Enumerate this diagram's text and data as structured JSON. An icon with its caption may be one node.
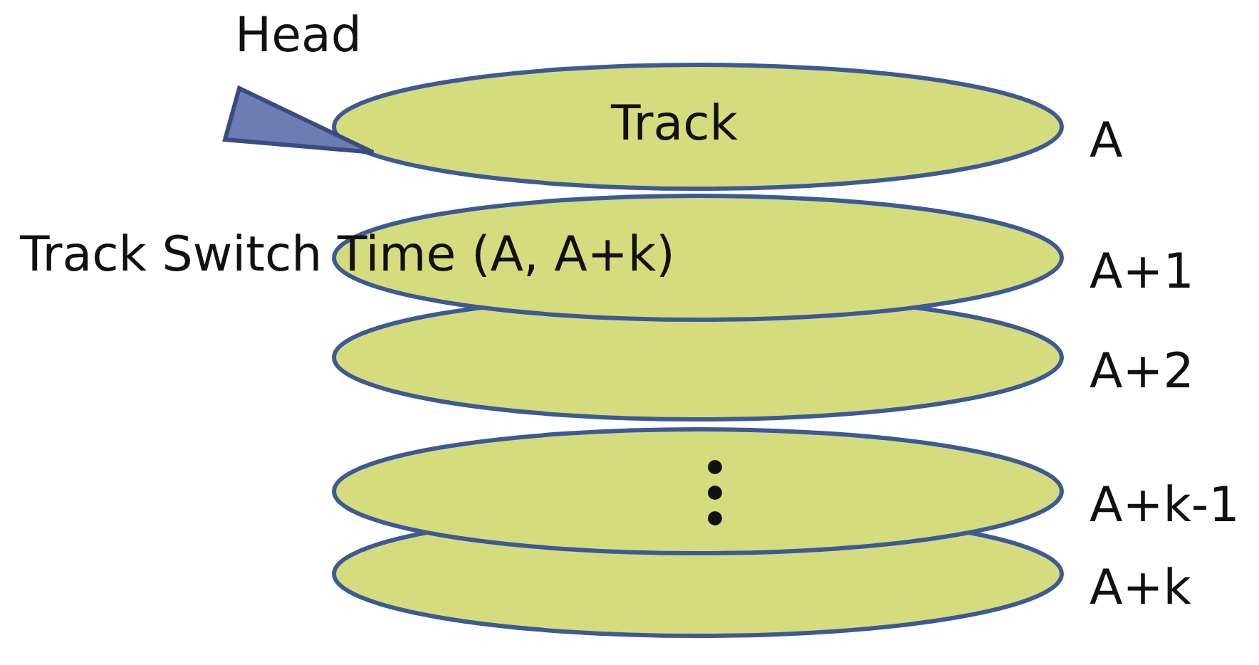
{
  "diagram": {
    "nodes": [
      {
        "text": [
          "Track"
        ],
        "beside": [
          "A"
        ]
      },
      {
        "text": [],
        "shape": "ellipse",
        "beside": [
          "A+1"
        ]
      },
      {
        "text": [],
        "shape": "ellipse",
        "beside": [
          "A+2"
        ]
      },
      {
        "text": [],
        "shape": "ellipse",
        "beside": [
          "A+k-1"
        ]
      },
      {
        "text": [],
        "shape": "ellipse",
        "beside": [
          "A+k"
        ]
      },
      {
        "text": [
          "Head"
        ]
      }
    ],
    "edges": [],
    "labels": [
      "Track Switch Time (A, A+k)"
    ]
  }
}
